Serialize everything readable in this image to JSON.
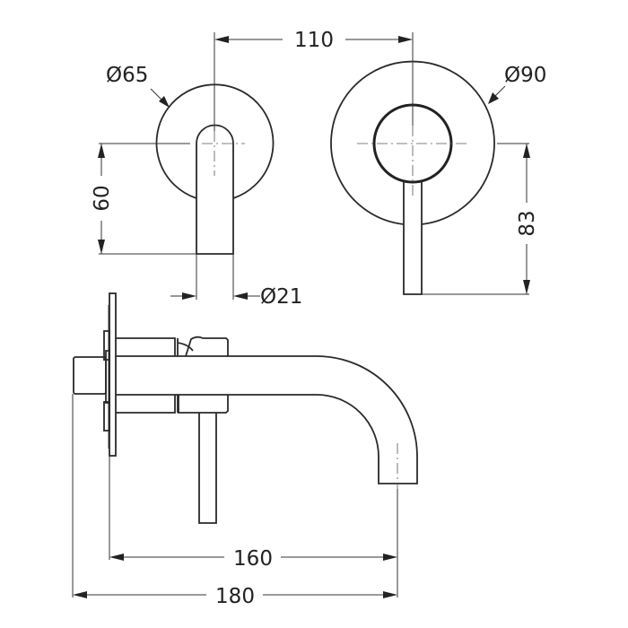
{
  "drawing": {
    "title": "Wall-mounted basin mixer dimension drawing",
    "units": "mm",
    "colors": {
      "line": "#2a2a2a",
      "background": "#ffffff"
    }
  },
  "dimensions": {
    "handle_spacing": "110",
    "spout_plate_diameter": "Ø65",
    "mixer_plate_diameter": "Ø90",
    "spout_drop": "60",
    "lever_drop": "83",
    "spout_diameter": "Ø21",
    "spout_projection_from_plate": "160",
    "overall_projection": "180"
  },
  "views": {
    "front_left": "spout-front-view",
    "front_right": "mixer-front-view",
    "side": "side-elevation"
  }
}
